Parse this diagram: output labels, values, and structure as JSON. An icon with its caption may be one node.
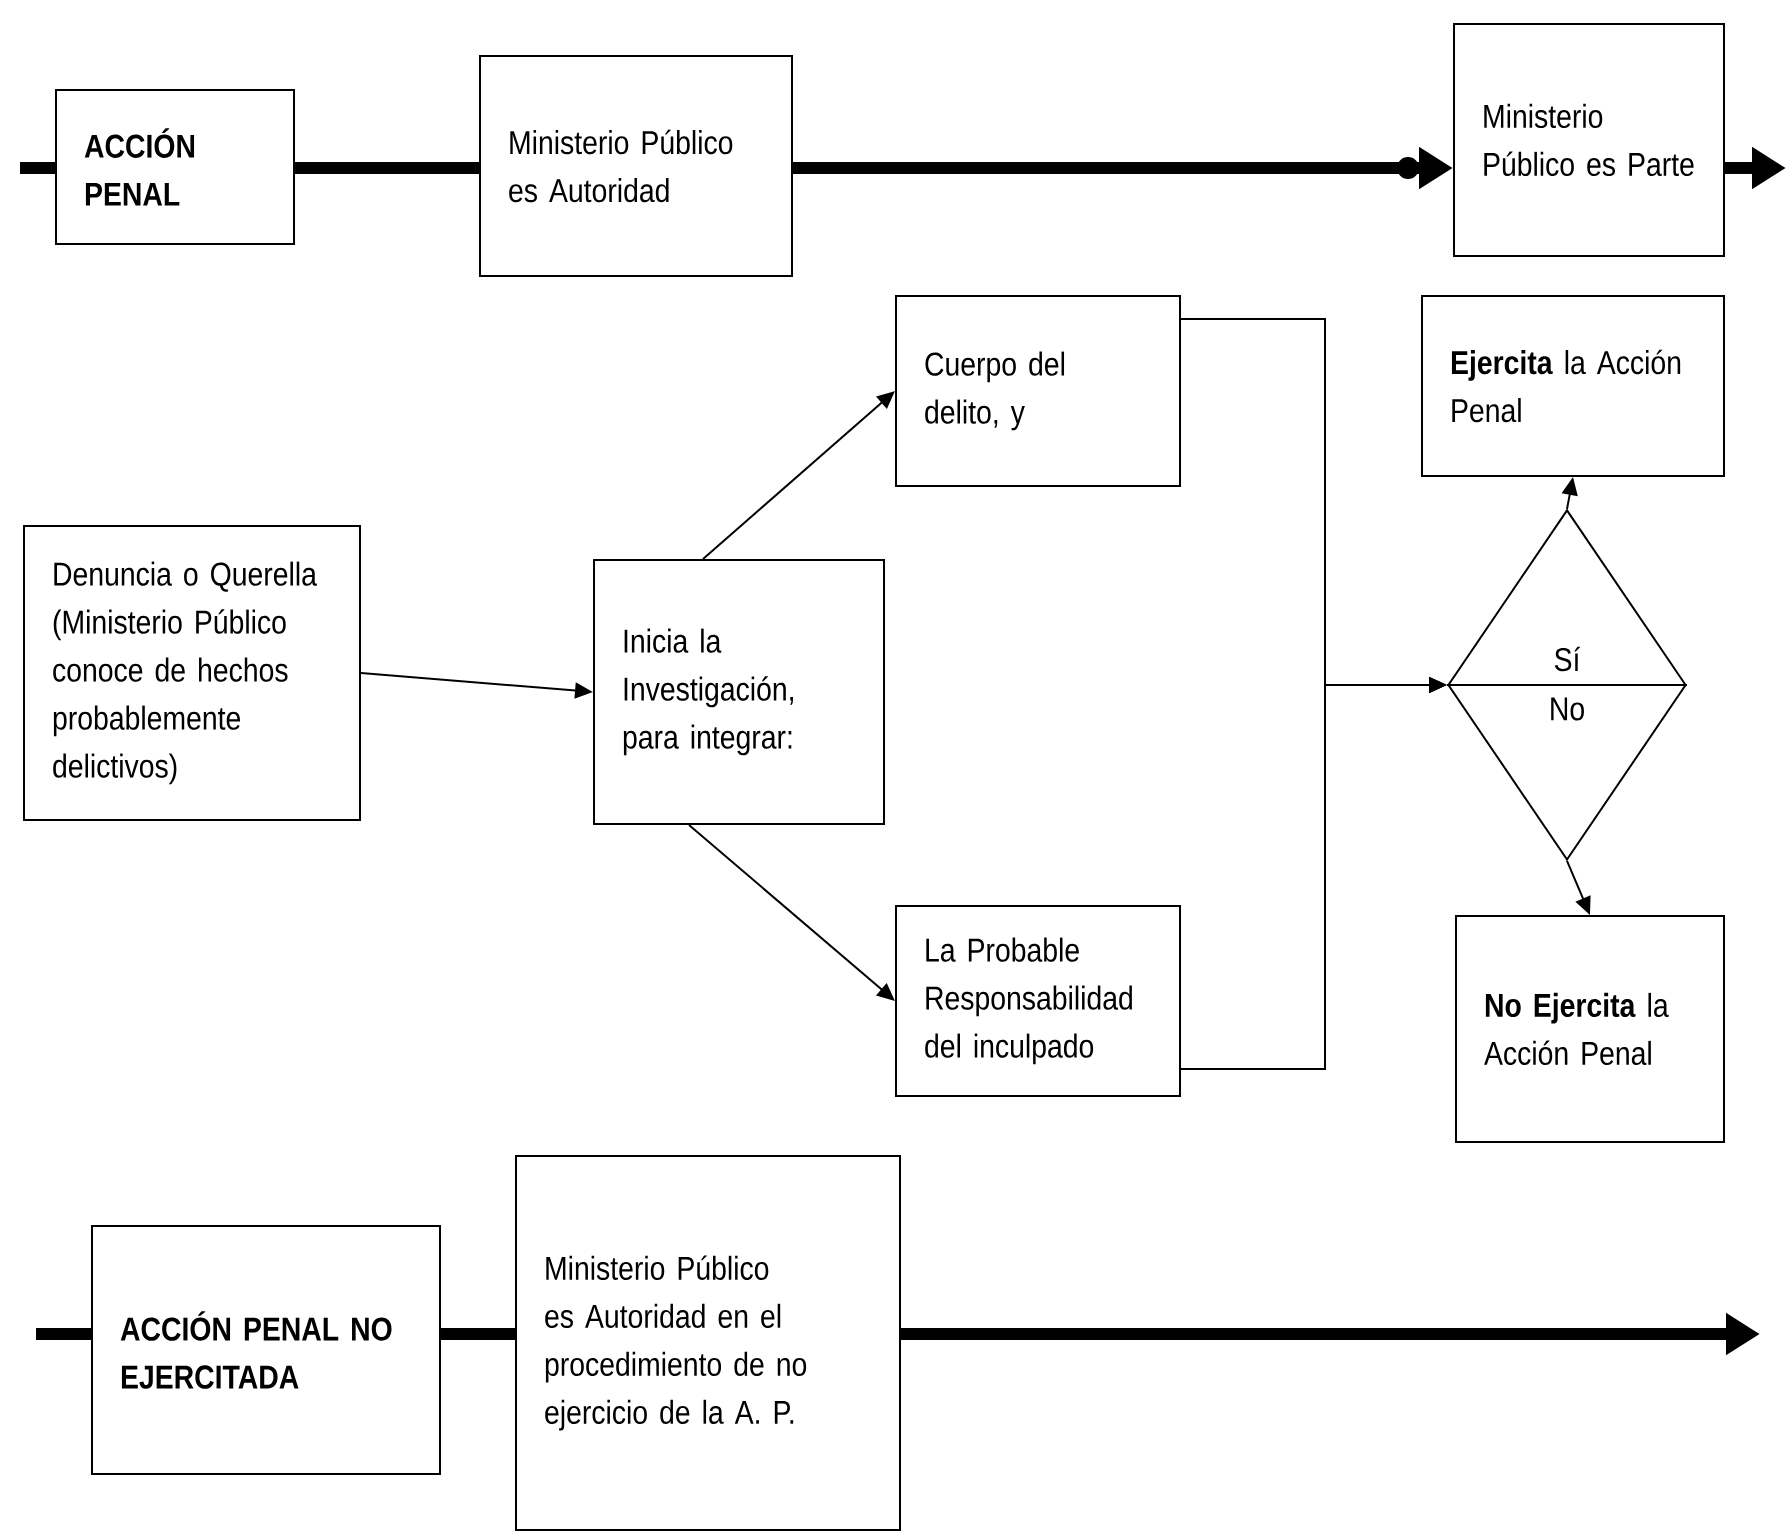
{
  "diagram": {
    "nodes": [
      {
        "text": [
          "ACCIÓN PENAL"
        ]
      },
      {
        "text": [
          "Ministerio Público es Autoridad"
        ]
      },
      {
        "text": [
          "Ministerio Público es Parte"
        ]
      },
      {
        "text": [
          "Denuncia o Querella (Ministerio Público conoce de hechos probablemente delictivos)"
        ]
      },
      {
        "text": [
          "Inicia la Investigación, para integrar:"
        ]
      },
      {
        "text": [
          "Cuerpo del delito, y"
        ]
      },
      {
        "text": [
          "La Probable Responsabilidad del inculpado"
        ]
      },
      {
        "text": [
          "Sí",
          "No"
        ]
      },
      {
        "text": [
          "**Ejercita** la Acción Penal"
        ]
      },
      {
        "text": [
          "**No Ejercita** la Acción Penal"
        ]
      },
      {
        "text": [
          "ACCIÓN PENAL NO EJERCITADA"
        ]
      },
      {
        "text": [
          "Ministerio Público es Autoridad en el procedimiento de no ejercicio de la A. P."
        ]
      }
    ],
    "edges": [
      {
        "from": null,
        "to": 0,
        "arrow": "none",
        "style": "thick"
      },
      {
        "from": 0,
        "to": 1,
        "arrow": "none",
        "style": "thick"
      },
      {
        "from": 1,
        "to": 2,
        "arrow": "to",
        "style": "thick"
      },
      {
        "from": 2,
        "to": null,
        "arrow": "to",
        "style": "thick"
      },
      {
        "from": 3,
        "to": 4,
        "arrow": "to"
      },
      {
        "from": 4,
        "to": 5,
        "arrow": "to"
      },
      {
        "from": 4,
        "to": 6,
        "arrow": "to"
      },
      {
        "from": 5,
        "to": 7,
        "arrow": "to"
      },
      {
        "from": 6,
        "to": 7,
        "arrow": "to"
      },
      {
        "from": 7,
        "to": 8,
        "arrow": "to"
      },
      {
        "from": 7,
        "to": 9,
        "arrow": "to"
      },
      {
        "from": null,
        "to": 10,
        "arrow": "none",
        "style": "thick"
      },
      {
        "from": 10,
        "to": 11,
        "arrow": "none",
        "style": "thick"
      },
      {
        "from": 11,
        "to": null,
        "arrow": "to",
        "style": "thick"
      }
    ]
  }
}
